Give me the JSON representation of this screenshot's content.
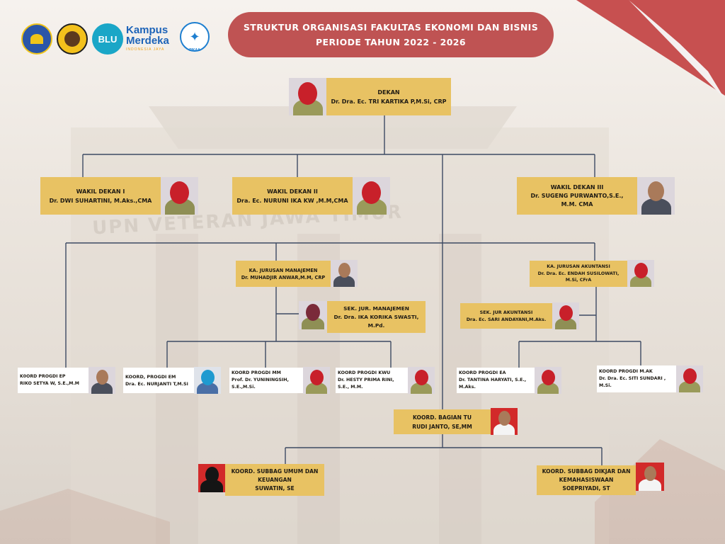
{
  "header": {
    "title_line1": "STRUKTUR ORGANISASI FAKULTAS EKONOMI DAN BISNIS",
    "title_line2": "PERIODE TAHUN  2022 -  2026"
  },
  "logos": {
    "blu": "BLU",
    "kampus_1": "Kampus",
    "kampus_2": "Merdeka",
    "kampus_3": "INDONESIA JAYA",
    "pikaa": "PIKAA"
  },
  "background": {
    "sign": "UPN VETERAN JAWA TIMUR"
  },
  "colors": {
    "title_bg": "#bf5353",
    "box_bg": "#e8c263",
    "line": "#3d4a63",
    "corner": "#c75050"
  },
  "nodes": {
    "dekan": {
      "role": "DEKAN",
      "name": "Dr. Dra. Ec. TRI KARTIKA P,M.Si, CRP"
    },
    "wd1": {
      "role": "WAKIL DEKAN I",
      "name": "Dr. DWI SUHARTINI, M.Aks.,CMA"
    },
    "wd2": {
      "role": "WAKIL DEKAN II",
      "name": "Dra. Ec. NURUNI IKA KW ,M.M,CMA"
    },
    "wd3": {
      "role": "WAKIL DEKAN III",
      "name": "Dr. SUGENG PURWANTO,S.E.,",
      "name2": "M.M. CMA"
    },
    "kajur_man": {
      "role": "KA. JURUSAN MANAJEMEN",
      "name": "Dr. MUHADJIR ANWAR,M.M, CRP"
    },
    "sek_man": {
      "role": "SEK. JUR. MANAJEMEN",
      "name": "Dr. Dra. IKA KORIKA SWASTI,",
      "name2": "M.Pd."
    },
    "kajur_ak": {
      "role": "KA. JURUSAN AKUNTANSI",
      "name": "Dr. Dra. Ec. ENDAH SUSILOWATI,",
      "name2": "M.Si, CFrA"
    },
    "sek_ak": {
      "role": "SEK. JUR AKUNTANSI",
      "name": "Dra. Ec. SARI ANDAYANI,M.Aks."
    },
    "kp_ep": {
      "role": "K0ORD PROGDI EP",
      "name": "RIKO SETYA W, S.E.,M.M"
    },
    "kp_em": {
      "role": "KOORD, PROGDI EM",
      "name": "Dra. Ec. NURJANTI T,M.Si"
    },
    "kp_mm": {
      "role": "KOORD PROGDI MM",
      "name": "Prof. Dr. YUNININGSIH,",
      "name2": "S.E.,M.Si."
    },
    "kp_kwu": {
      "role": "KOORD PROGDI KWU",
      "name": "Dr. HESTY PRIMA RINI,",
      "name2": "S.E., M.M."
    },
    "kp_ea": {
      "role": "KOORD PROGDI EA",
      "name": "Dr. TANTINA HARYATI, S.E.,",
      "name2": "M.Aks."
    },
    "kp_mak": {
      "role": "KOORD PROGDI M.AK",
      "name": "Dr. Dra. Ec. SITI SUNDARI ,",
      "name2": "M.Si."
    },
    "tu": {
      "role": "KOORD. BAGIAN TU",
      "name": "RUDI JANTO, SE,MM"
    },
    "umum": {
      "role": "KOORD. SUBBAG UMUM DAN",
      "role2": "KEUANGAN",
      "name": "SUWATIN, SE"
    },
    "dikjar": {
      "role": "KOORD. SUBBAG DIKJAR DAN",
      "role2": "KEMAHASISWAAN",
      "name": "SOEPRIYADI, ST"
    }
  }
}
